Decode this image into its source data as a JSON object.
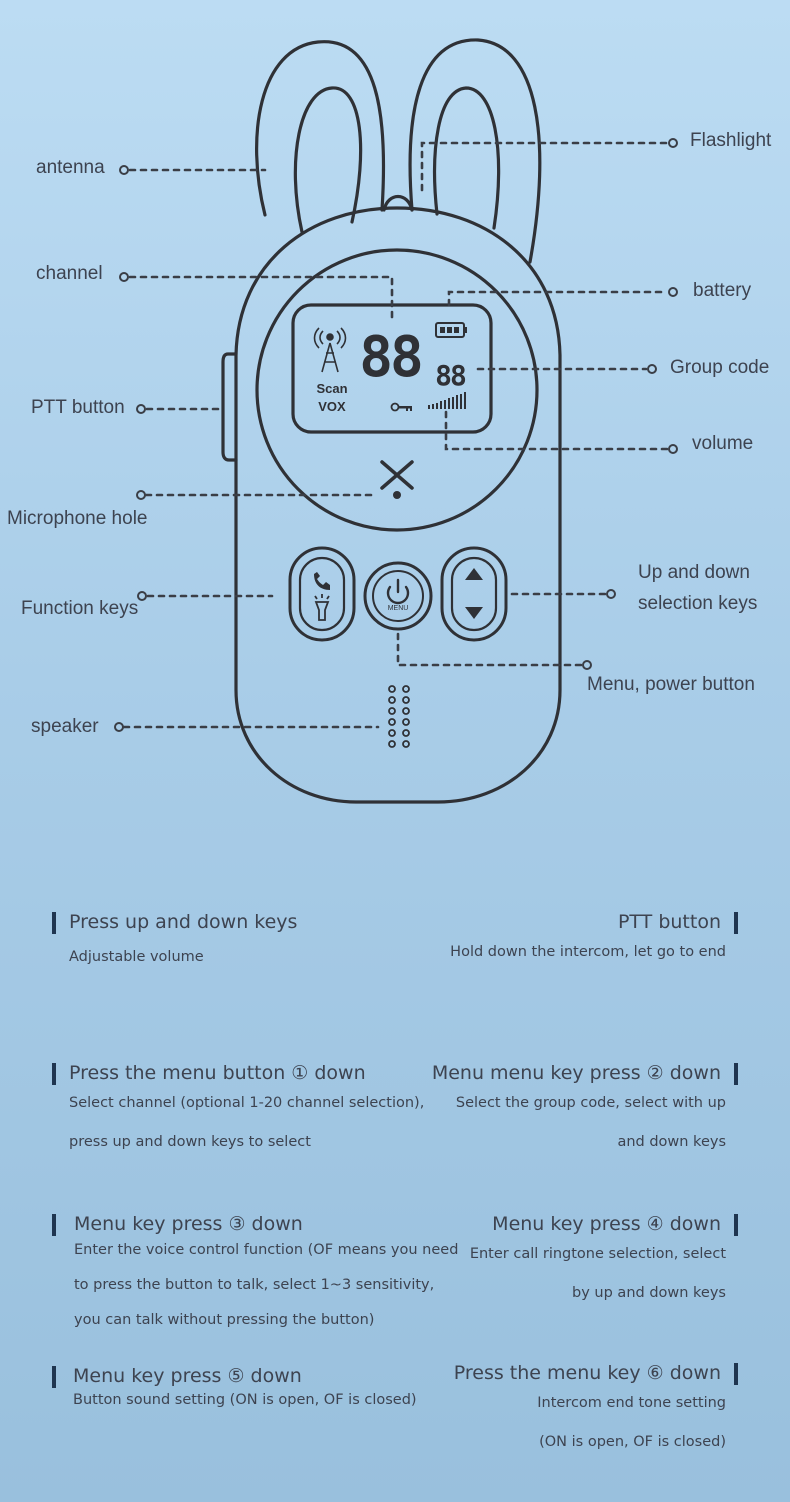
{
  "labels": {
    "antenna": "antenna",
    "flashlight": "Flashlight",
    "channel": "channel",
    "battery": "battery",
    "ptt_button": "PTT button",
    "group_code": "Group code",
    "volume": "volume",
    "microphone_hole": "Microphone hole",
    "function_keys": "Function keys",
    "up_down_keys_line1": "Up and down",
    "up_down_keys_line2": "selection keys",
    "menu_power_button": "Menu, power button",
    "speaker": "speaker"
  },
  "display": {
    "channel_digits": "88",
    "group_digits": "88",
    "scan": "Scan",
    "vox": "VOX",
    "menu_key": "MENU"
  },
  "instructions": {
    "updown": {
      "title": "Press up and down keys",
      "lines": [
        "Adjustable volume"
      ]
    },
    "ptt": {
      "title": "PTT button",
      "lines": [
        "Hold down the intercom, let go to end"
      ]
    },
    "menu1": {
      "title": "Press the menu button ① down",
      "lines": [
        "Select channel (optional 1-20 channel selection),",
        "press up and down keys to select"
      ]
    },
    "menu2": {
      "title": "Menu menu key press ② down",
      "lines": [
        "Select the group code, select with up",
        "and down keys"
      ]
    },
    "menu3": {
      "title": "Menu key press ③ down",
      "lines": [
        "Enter the voice control function (OF means you need",
        "to press the button to talk, select 1~3 sensitivity,",
        "you can talk without pressing the button)"
      ]
    },
    "menu4": {
      "title": "Menu key press ④ down",
      "lines": [
        "Enter call ringtone selection, select",
        "by up and down keys"
      ]
    },
    "menu5": {
      "title": "Menu key press ⑤ down",
      "lines": [
        "Button sound setting (ON is open, OF is closed)"
      ]
    },
    "menu6": {
      "title": "Press the menu key ⑥ down",
      "lines": [
        "Intercom end tone setting",
        "(ON is open, OF is closed)"
      ]
    }
  },
  "colors": {
    "outline": "#2f3136",
    "leader": "#3a3e46",
    "accent_bar": "#1f3550"
  }
}
